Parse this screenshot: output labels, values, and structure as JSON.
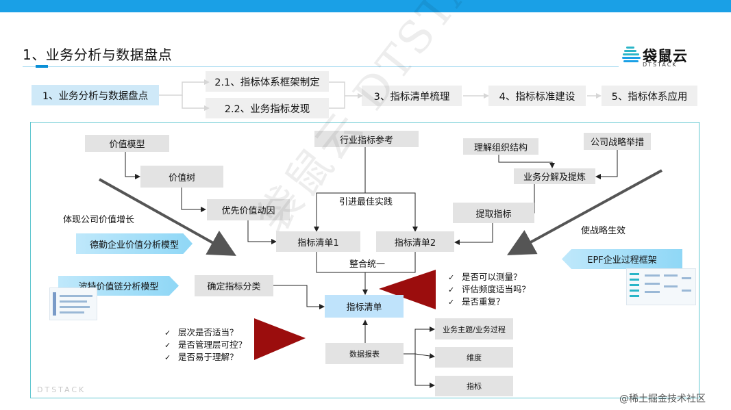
{
  "header": {
    "title": "1、业务分析与数据盘点",
    "logo_text": "袋鼠云",
    "logo_sub": "DTSTACK"
  },
  "steps": [
    {
      "label": "1、业务分析与数据盘点",
      "active": true
    },
    {
      "label": "2.1、指标体系框架制定",
      "active": false
    },
    {
      "label": "2.2、业务指标发现",
      "active": false
    },
    {
      "label": "3、指标清单梳理",
      "active": false
    },
    {
      "label": "4、指标标准建设",
      "active": false
    },
    {
      "label": "5、指标体系应用",
      "active": false
    }
  ],
  "diagram": {
    "value_model": "价值模型",
    "value_tree": "价值树",
    "priority_driver": "优先价值动因",
    "industry_reference": "行业指标参考",
    "best_practice": "引进最佳实践",
    "understand_org": "理解组织结构",
    "company_strategy": "公司战略举措",
    "business_decompose": "业务分解及提炼",
    "extract_metrics": "提取指标",
    "metric_list_1": "指标清单1",
    "metric_list_2": "指标清单2",
    "integrate": "整合统一",
    "metric_list": "指标清单",
    "confirm_category": "确定指标分类",
    "data_report": "数据报表",
    "business_theme": "业务主题/业务过程",
    "dimension": "维度",
    "indicator": "指标",
    "reflect_value": "体现公司价值增长",
    "realize_strategy": "使战略生效",
    "deloitte_model": "德勤企业价值分析模型",
    "porter_model": "波特价值链分析模型",
    "epf_model": "EPF企业过程框架",
    "checks_right": [
      "是否可以测量？",
      "评估频度适当吗？",
      "是否重复？"
    ],
    "checks_left": [
      "层次是否适当？",
      "是否管理层可控？",
      "是否易于理解？"
    ]
  },
  "footer": {
    "brand": "DTSTACK",
    "credit": "@稀土掘金技术社区",
    "watermark": "袋鼠云 DTSTACK"
  },
  "colors": {
    "accent": "#1aa0e6",
    "box_grey": "#e3e3e3",
    "box_blue": "#bfe3fb",
    "triangle": "#9b0d0d",
    "frame": "#5fc6cf"
  }
}
